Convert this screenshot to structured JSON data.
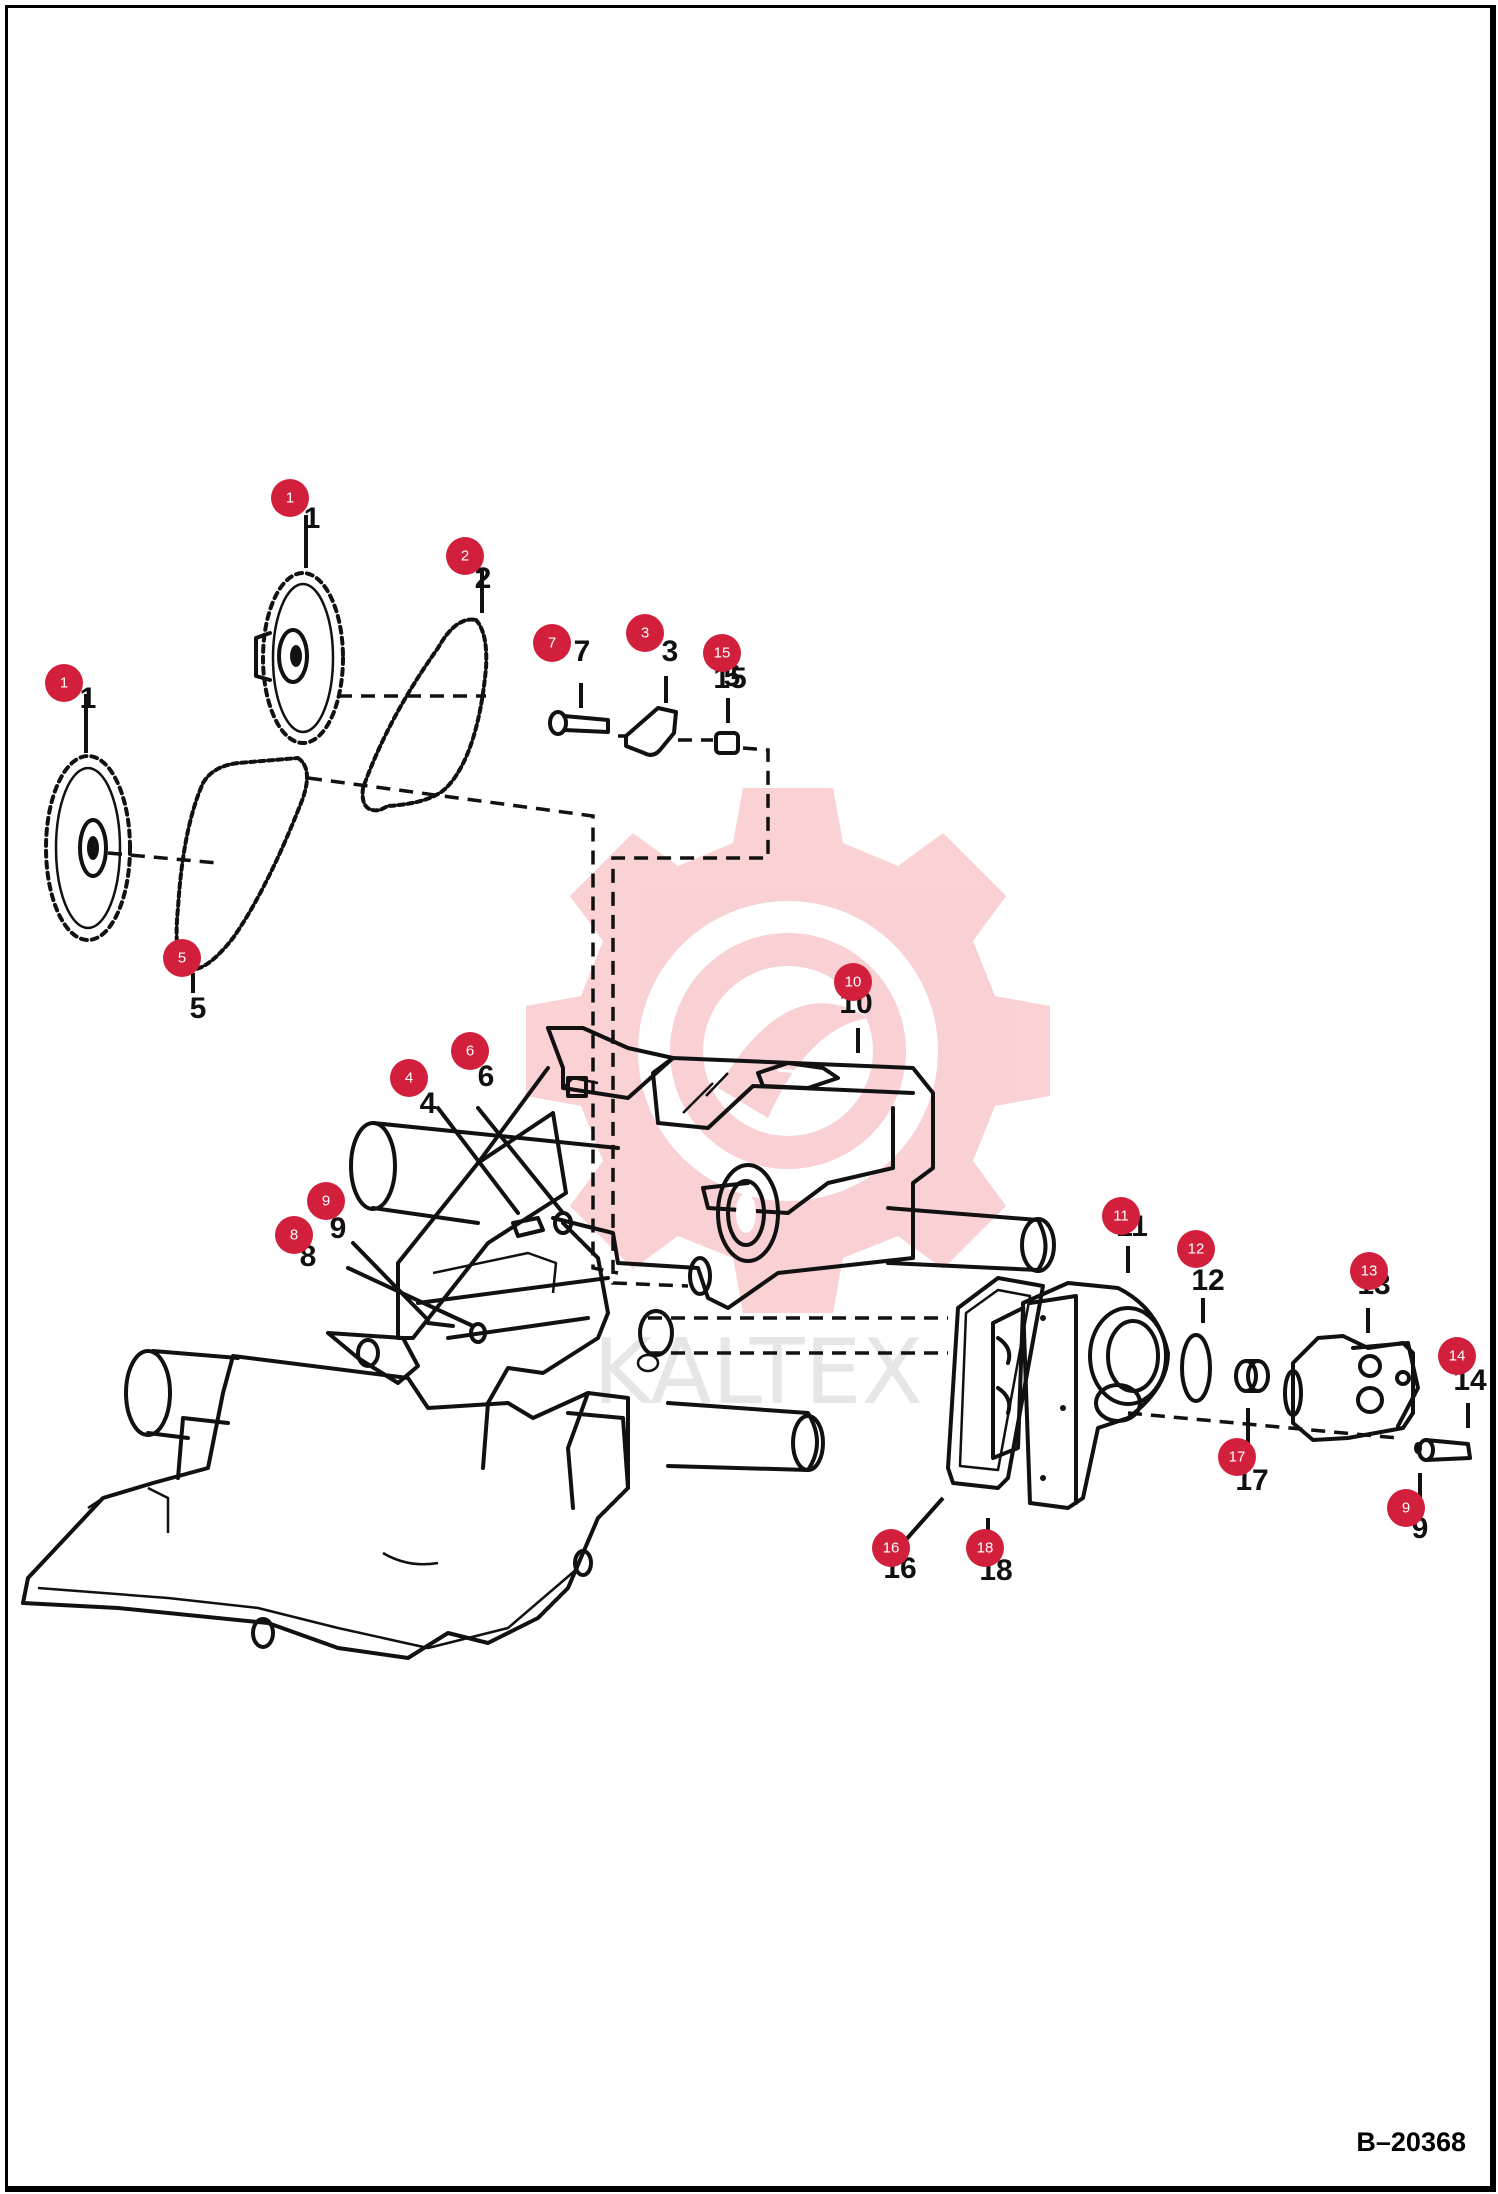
{
  "figure_id": "B–20368",
  "watermark_text": "KALTEX",
  "callout_color": "#d21f3c",
  "callouts": [
    {
      "id": "1"
    },
    {
      "id": "1"
    },
    {
      "id": "2"
    },
    {
      "id": "3"
    },
    {
      "id": "4"
    },
    {
      "id": "5"
    },
    {
      "id": "6"
    },
    {
      "id": "7"
    },
    {
      "id": "8"
    },
    {
      "id": "9"
    },
    {
      "id": "9"
    },
    {
      "id": "10"
    },
    {
      "id": "11"
    },
    {
      "id": "12"
    },
    {
      "id": "13"
    },
    {
      "id": "14"
    },
    {
      "id": "15"
    },
    {
      "id": "16"
    },
    {
      "id": "17"
    },
    {
      "id": "18"
    }
  ]
}
